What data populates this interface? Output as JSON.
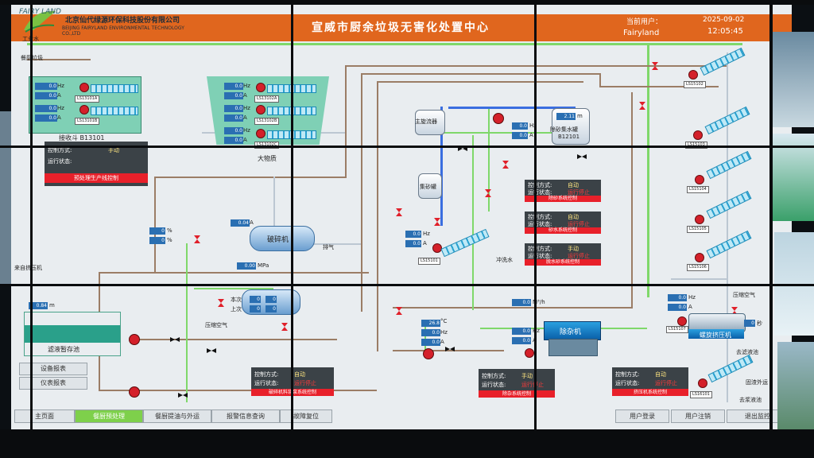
{
  "header": {
    "logo_brand": "FAIRY LAND",
    "company_cn": "北京仙代绿源环保科技股份有限公司",
    "company_en": "BEIJING FAIRYLAND ENVIRONMENTAL TECHNOLOGY CO.,LTD",
    "title": "宣威市厨余垃圾无害化处置中心",
    "current_user_label": "当前用户：",
    "current_user": "Fairyland",
    "date": "2025-09-02",
    "time": "12:05:45"
  },
  "labels": {
    "industrial_water": "工业水",
    "kitchen_waste": "餐厨垃圾",
    "receiving_hopper": "接收斗 B13101",
    "large_material": "大物质",
    "control_mode": "控制方式:",
    "run_status": "运行状态:",
    "manual": "手动",
    "auto": "自动",
    "pretreat_ctrl": "预处理生产线控制",
    "crusher": "破碎机",
    "exhaust": "排气",
    "compressed_air": "压缩空气",
    "kitchen_oil": "来自挤压机",
    "filter_tank": "滤液暂存池",
    "sand_sep": "主旋流器",
    "sand_tank": "集砂罐",
    "grit_tank_label": "除砂集水罐",
    "grit_tank_id": "B12101",
    "flush_water": "冲洗水",
    "impurity_remover": "除杂机",
    "press_unit": "螺旋挤压机",
    "to_liquid_tank": "去滤液池",
    "solid_outbound": "固渣外运",
    "heavy_residue": "去浆液池",
    "press_air": "压缩空气",
    "unit_hz": "Hz",
    "unit_a": "A",
    "unit_m": "m",
    "unit_pct": "%",
    "unit_mpa": "MPa",
    "unit_m3h": "M³/h",
    "unit_c": "°C",
    "unit_s": "秒",
    "this_time": "本次",
    "last_time": "上次"
  },
  "panels": {
    "crush_grit": {
      "mode": "自动",
      "status": "运行停止",
      "button": "除砂系统控制"
    },
    "grit_wash": {
      "mode": "自动",
      "status": "运行停止",
      "button": "砂水系统控制"
    },
    "dewater": {
      "mode": "手动",
      "status": "运行停止",
      "button": "脱水砂系统控制"
    },
    "crusher_pump": {
      "mode": "自动",
      "status": "运行停止",
      "button": "破碎机料浆泵系统控制"
    },
    "impurity": {
      "mode": "手动",
      "status": "运行停止",
      "button": "除杂系统控制"
    },
    "press": {
      "mode": "自动",
      "status": "运行停止",
      "button": "挤压机系统控制"
    }
  },
  "values": {
    "hopper_hz1": "0.0",
    "hopper_a1": "0.0",
    "hopper_hz2": "0.0",
    "hopper_a2": "0.0",
    "large_hz1": "0.0",
    "large_a1": "0.0",
    "large_hz2": "0.0",
    "large_a2": "0.0",
    "large_hz3": "0.0",
    "large_a3": "0.0",
    "crusher_a": "0.04",
    "crusher_pct1": "0",
    "crusher_pct2": "0",
    "mpa": "0.00",
    "filter_level": "0.84",
    "grit_level": "2.11",
    "grit_hz": "0.0",
    "grit_a": "0.0",
    "sand_hz": "0.0",
    "sand_a": "0.0",
    "flow": "0.0",
    "temp": "26.8",
    "pump_hz": "0.0",
    "pump_a": "0.0",
    "imp_hz": "0.0",
    "imp_a": "0.0",
    "press_hz": "0.0",
    "press_a": "0.0",
    "press_sec": "0",
    "tank_this1": "0",
    "tank_this2": "0",
    "tank_last1": "0",
    "tank_last2": "0"
  },
  "conveyor_tags": [
    "LS13101A",
    "LS13101B",
    "LS13102A",
    "LS13102B",
    "LS13102C",
    "LS15101",
    "LS15102",
    "LS15103",
    "LS15104",
    "LS15105",
    "LS15106",
    "LS15107",
    "LS16101"
  ],
  "side_buttons": [
    "设备报表",
    "仪表报表"
  ],
  "nav": {
    "home": "主页面",
    "pretreat": "餐厨预处理",
    "extract": "餐厨提油与外运",
    "alarm": "报警信息查询",
    "reset": "故障复位",
    "login": "用户登录",
    "logout": "用户注销",
    "exit": "退出监控"
  },
  "colors": {
    "title_bar": "#e0661e",
    "active_nav": "#7ed04b",
    "alarm_red": "#e8202a"
  }
}
